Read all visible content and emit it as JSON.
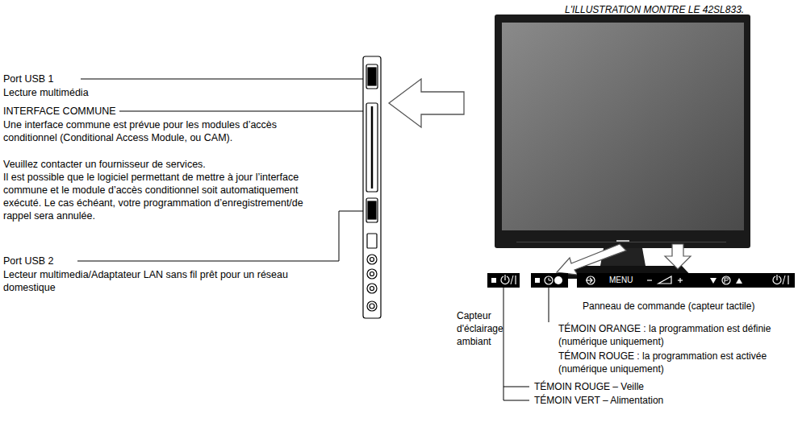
{
  "diagram": {
    "nodes": [
      {
        "text": [
          "MENU"
        ]
      }
    ],
    "labels": [
      "L'ILLUSTRATION MONTRE LE 42SL833.",
      "Port USB 1",
      "Lecture multimédia",
      "INTERFACE COMMUNE",
      "Une interface commune est prévue pour les modules d’accès conditionnel (Conditional Access Module, ou CAM).",
      "Veuillez contacter un fournisseur de services.",
      "Il est possible que le logiciel permettant de mettre à jour l’interface commune et le module d’accès conditionnel soit automatiquement exécuté. Le cas échéant, votre programmation d’enregistrement/de rappel sera annulée.",
      "Port USB 2",
      "Lecteur multimedia/Adaptateur LAN sans fil prêt pour un réseau domestique",
      "Capteur d'éclairage ambiant",
      "Panneau de commande (capteur tactile)",
      "TÉMOIN ORANGE : la programmation est définie (numérique uniquement)",
      "TÉMOIN ROUGE : la programmation est activée (numérique uniquement)",
      "TÉMOIN ROUGE – Veille",
      "TÉMOIN VERT – Alimentation"
    ]
  }
}
